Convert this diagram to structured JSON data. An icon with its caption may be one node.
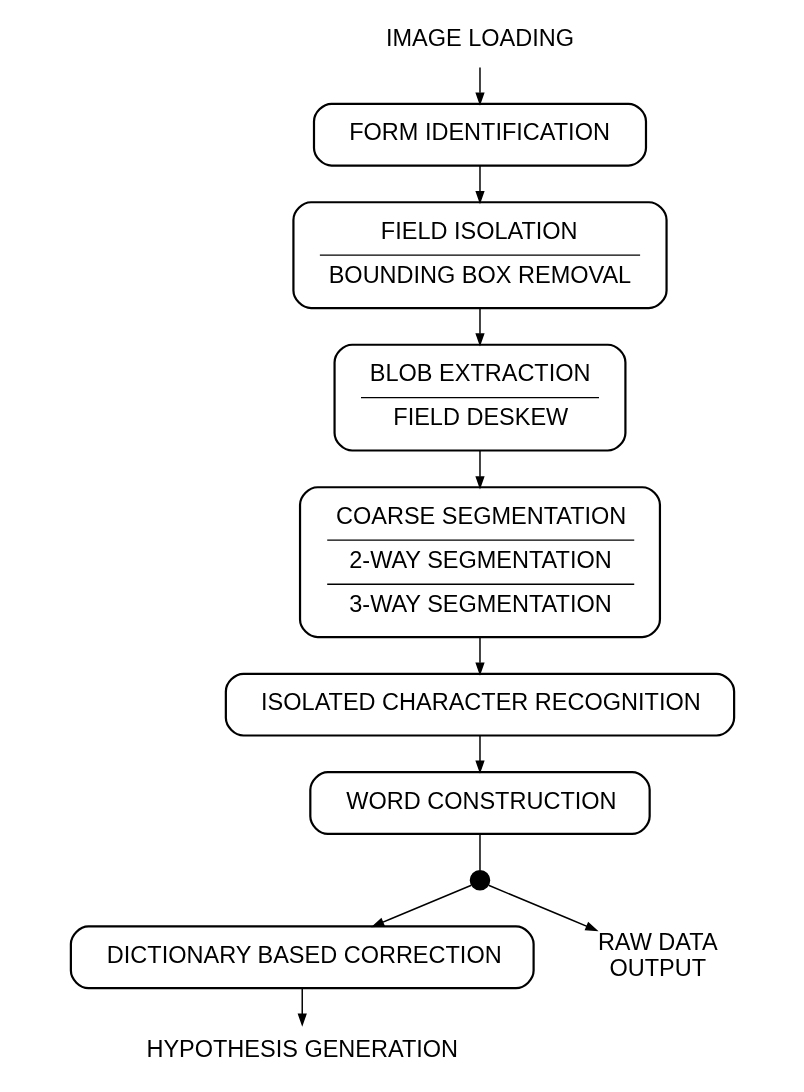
{
  "diagram": {
    "nodes": [
      {
        "text": [
          "IMAGE LOADING"
        ]
      },
      {
        "text": [
          "FORM IDENTIFICATION"
        ]
      },
      {
        "text": [
          "FIELD ISOLATION",
          "BOUNDING BOX REMOVAL"
        ]
      },
      {
        "text": [
          "BLOB EXTRACTION",
          "FIELD DESKEW"
        ]
      },
      {
        "text": [
          "COARSE SEGMENTATION",
          "2-WAY SEGMENTATION",
          "3-WAY SEGMENTATION"
        ]
      },
      {
        "text": [
          "ISOLATED CHARACTER RECOGNITION"
        ]
      },
      {
        "text": [
          "WORD CONSTRUCTION"
        ]
      },
      {
        "text": [],
        "shape": "circle"
      },
      {
        "text": [
          "DICTIONARY BASED CORRECTION"
        ]
      },
      {
        "text": [
          "RAW DATA OUTPUT"
        ]
      },
      {
        "text": [
          "HYPOTHESIS GENERATION"
        ]
      }
    ],
    "edges": [
      {
        "from": 0,
        "to": 1,
        "arrow": "to"
      },
      {
        "from": 1,
        "to": 2,
        "arrow": "to"
      },
      {
        "from": 2,
        "to": 3,
        "arrow": "to"
      },
      {
        "from": 3,
        "to": 4,
        "arrow": "to"
      },
      {
        "from": 4,
        "to": 5,
        "arrow": "to"
      },
      {
        "from": 5,
        "to": 6,
        "arrow": "to"
      },
      {
        "from": 6,
        "to": 7,
        "arrow": "none"
      },
      {
        "from": 7,
        "to": 8,
        "arrow": "to"
      },
      {
        "from": 7,
        "to": 9,
        "arrow": "to"
      },
      {
        "from": 8,
        "to": 10,
        "arrow": "to"
      }
    ]
  }
}
